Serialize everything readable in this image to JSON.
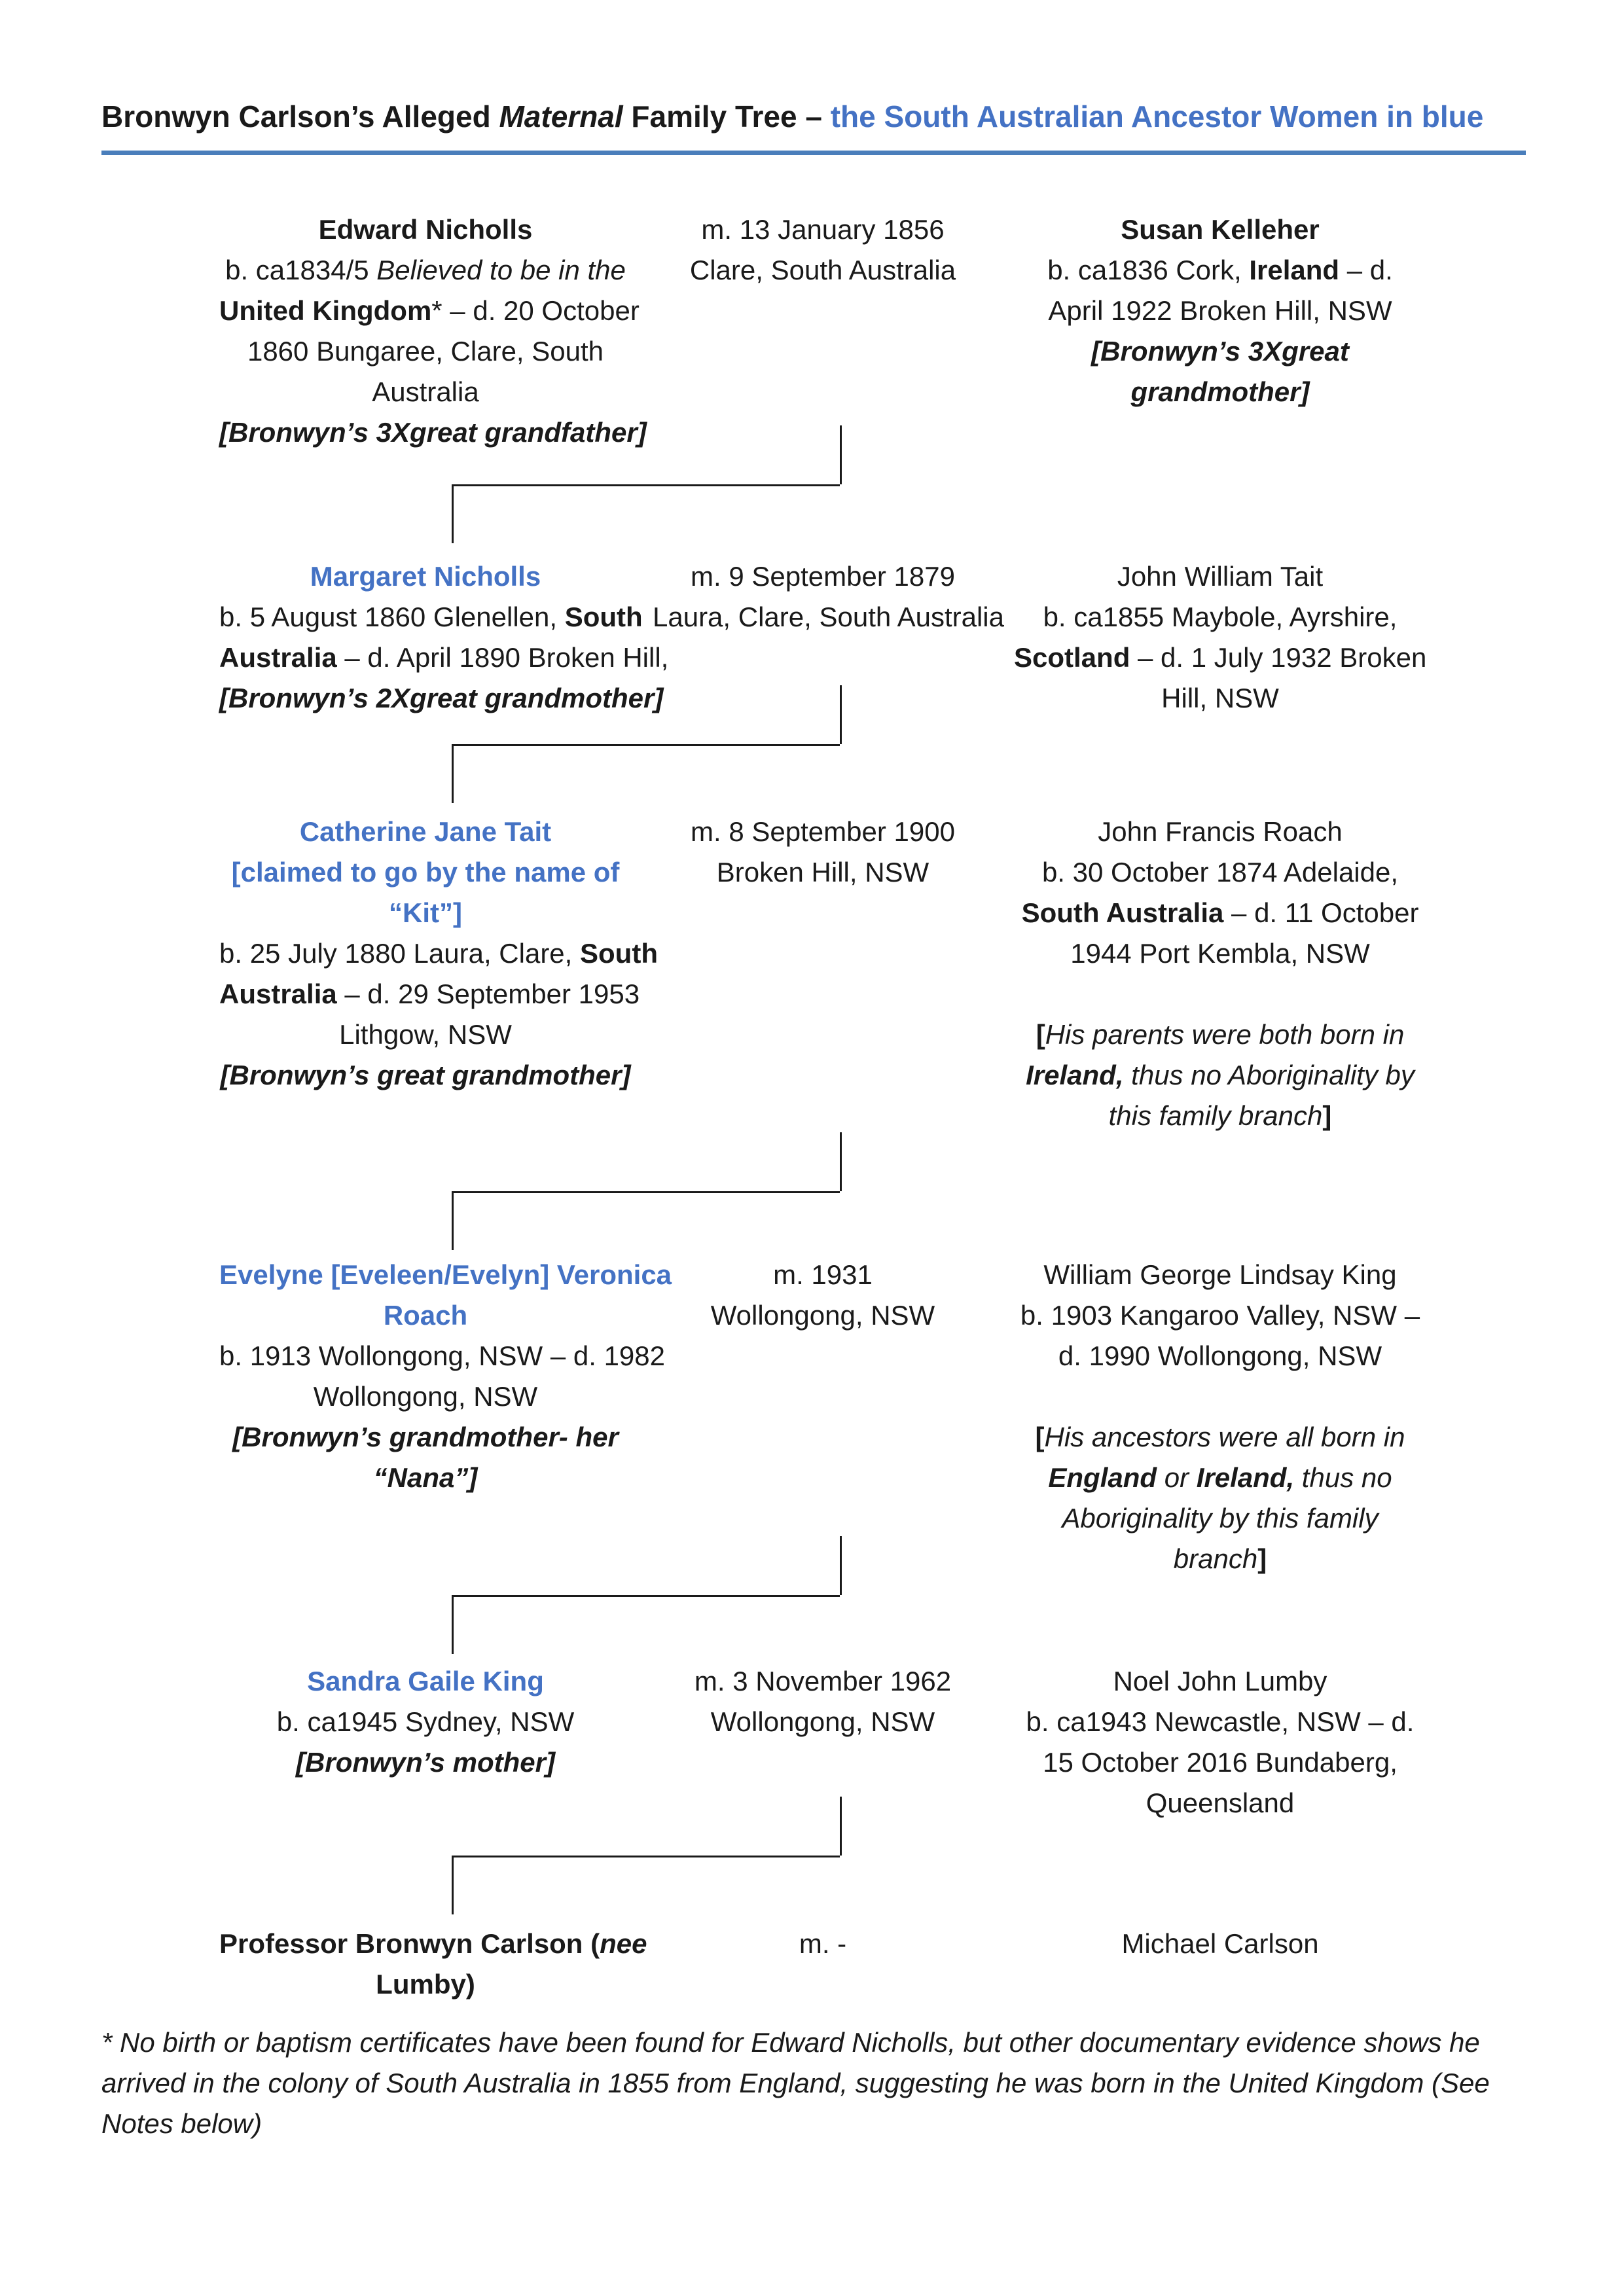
{
  "colors": {
    "accent_blue": "#4472C4",
    "rule_blue": "#4A7EBB",
    "connector_black": "#1a1a1a"
  },
  "title": {
    "runs": [
      {
        "t": "Bronwyn Carlson’s Alleged ",
        "b": 1
      },
      {
        "t": "Maternal",
        "b": 1,
        "i": 1
      },
      {
        "t": " Family Tree – ",
        "b": 1
      },
      {
        "t": "the South Australian Ancestor Women in blue",
        "b": 1,
        "c": 1
      }
    ]
  },
  "generations": [
    {
      "left": [
        [
          {
            "t": "Edward Nicholls",
            "b": 1
          }
        ],
        [
          {
            "t": "b. ca1834/5 "
          },
          {
            "t": "Believed to be in the",
            "i": 1
          }
        ],
        [
          {
            "t": "United Kingdom",
            "b": 1
          },
          {
            "t": "* – d. 20 October"
          }
        ],
        [
          {
            "t": "1860 Bungaree, Clare, South"
          }
        ],
        [
          {
            "t": "Australia"
          }
        ],
        [
          {
            "t": "[Bronwyn’s 3Xgreat grandfather]",
            "b": 1,
            "i": 1
          }
        ]
      ],
      "middle": [
        [
          {
            "t": "m. 13 January 1856"
          }
        ],
        [
          {
            "t": "Clare, South Australia"
          }
        ]
      ],
      "right": [
        [
          {
            "t": "Susan Kelleher",
            "b": 1
          }
        ],
        [
          {
            "t": "b. ca1836 Cork, "
          },
          {
            "t": "Ireland",
            "b": 1
          },
          {
            "t": " – d."
          }
        ],
        [
          {
            "t": "April 1922 Broken Hill, NSW"
          }
        ],
        [
          {
            "t": "[Bronwyn’s 3Xgreat",
            "b": 1,
            "i": 1
          }
        ],
        [
          {
            "t": "grandmother]",
            "b": 1,
            "i": 1
          }
        ]
      ]
    },
    {
      "left": [
        [
          {
            "t": "Margaret Nicholls",
            "b": 1,
            "c": 1
          }
        ],
        [
          {
            "t": "b. 5 August 1860 Glenellen, "
          },
          {
            "t": "South",
            "b": 1
          }
        ],
        [
          {
            "t": "Australia",
            "b": 1
          },
          {
            "t": " – d. April 1890 Broken Hill,"
          }
        ],
        [
          {
            "t": "[Bronwyn’s 2Xgreat grandmother]",
            "b": 1,
            "i": 1
          }
        ]
      ],
      "middle": [
        [
          {
            "t": "m. 9 September 1879"
          }
        ],
        [
          {
            "t": "Laura, Clare, South Australia"
          }
        ]
      ],
      "right": [
        [
          {
            "t": "John William Tait"
          }
        ],
        [
          {
            "t": "b. ca1855 Maybole, Ayrshire,"
          }
        ],
        [
          {
            "t": "Scotland",
            "b": 1
          },
          {
            "t": " – d. 1 July 1932 Broken"
          }
        ],
        [
          {
            "t": "Hill, NSW"
          }
        ]
      ]
    },
    {
      "left": [
        [
          {
            "t": "Catherine Jane Tait",
            "b": 1,
            "c": 1
          }
        ],
        [
          {
            "t": "[claimed to go by the name of",
            "b": 1,
            "c": 1
          }
        ],
        [
          {
            "t": "“Kit”]",
            "b": 1,
            "c": 1
          }
        ],
        [
          {
            "t": "b. 25 July 1880 Laura, Clare, "
          },
          {
            "t": "South",
            "b": 1
          }
        ],
        [
          {
            "t": "Australia",
            "b": 1
          },
          {
            "t": " – d. 29 September 1953"
          }
        ],
        [
          {
            "t": "Lithgow, NSW"
          }
        ],
        [
          {
            "t": "[Bronwyn’s great grandmother]",
            "b": 1,
            "i": 1
          }
        ]
      ],
      "middle": [
        [
          {
            "t": "m. 8 September 1900"
          }
        ],
        [
          {
            "t": "Broken Hill, NSW"
          }
        ]
      ],
      "right": [
        [
          {
            "t": "John Francis Roach"
          }
        ],
        [
          {
            "t": "b. 30 October 1874 Adelaide,"
          }
        ],
        [
          {
            "t": "South Australia",
            "b": 1
          },
          {
            "t": " – d. 11 October"
          }
        ],
        [
          {
            "t": "1944 Port Kembla, NSW"
          }
        ],
        [],
        [
          {
            "t": "[",
            "b": 1
          },
          {
            "t": "His parents were both born in",
            "i": 1
          }
        ],
        [
          {
            "t": "Ireland,",
            "b": 1,
            "i": 1
          },
          {
            "t": " thus no Aboriginality by",
            "i": 1
          }
        ],
        [
          {
            "t": "this family branch",
            "i": 1
          },
          {
            "t": "]",
            "b": 1
          }
        ]
      ]
    },
    {
      "left": [
        [
          {
            "t": "Evelyne [Eveleen/Evelyn] Veronica",
            "b": 1,
            "c": 1
          }
        ],
        [
          {
            "t": "Roach",
            "b": 1,
            "c": 1
          }
        ],
        [
          {
            "t": "b. 1913 Wollongong, NSW – d. 1982"
          }
        ],
        [
          {
            "t": "Wollongong, NSW"
          }
        ],
        [
          {
            "t": "[Bronwyn’s grandmother- her",
            "b": 1,
            "i": 1
          }
        ],
        [
          {
            "t": "“Nana”]",
            "b": 1,
            "i": 1
          }
        ]
      ],
      "middle": [
        [
          {
            "t": "m. 1931"
          }
        ],
        [
          {
            "t": "Wollongong, NSW"
          }
        ]
      ],
      "right": [
        [
          {
            "t": "William George Lindsay King"
          }
        ],
        [
          {
            "t": "b. 1903 Kangaroo Valley, NSW –"
          }
        ],
        [
          {
            "t": "d. 1990 Wollongong, NSW"
          }
        ],
        [],
        [
          {
            "t": "[",
            "b": 1
          },
          {
            "t": "His ancestors were all born in",
            "i": 1
          }
        ],
        [
          {
            "t": "England",
            "b": 1,
            "i": 1
          },
          {
            "t": " or ",
            "i": 1
          },
          {
            "t": "Ireland,",
            "b": 1,
            "i": 1
          },
          {
            "t": " thus no",
            "i": 1
          }
        ],
        [
          {
            "t": "Aboriginality by this family",
            "i": 1
          }
        ],
        [
          {
            "t": "branch",
            "i": 1
          },
          {
            "t": "]",
            "b": 1
          }
        ]
      ]
    },
    {
      "left": [
        [
          {
            "t": "Sandra Gaile King",
            "b": 1,
            "c": 1
          }
        ],
        [
          {
            "t": "b. ca1945 Sydney, NSW"
          }
        ],
        [
          {
            "t": "[Bronwyn’s mother]",
            "b": 1,
            "i": 1
          }
        ]
      ],
      "middle": [
        [
          {
            "t": "m. 3 November 1962"
          }
        ],
        [
          {
            "t": "Wollongong, NSW"
          }
        ]
      ],
      "right": [
        [
          {
            "t": "Noel John Lumby"
          }
        ],
        [
          {
            "t": "b. ca1943 Newcastle, NSW – d."
          }
        ],
        [
          {
            "t": "15 October 2016 Bundaberg,"
          }
        ],
        [
          {
            "t": "Queensland"
          }
        ]
      ]
    },
    {
      "left": [
        [
          {
            "t": "Professor Bronwyn Carlson (",
            "b": 1
          },
          {
            "t": "nee",
            "b": 1,
            "i": 1
          }
        ],
        [
          {
            "t": "Lumby)",
            "b": 1
          }
        ]
      ],
      "middle": [
        [
          {
            "t": "m. -"
          }
        ]
      ],
      "right": [
        [
          {
            "t": "Michael Carlson"
          }
        ]
      ]
    }
  ],
  "footnote": {
    "runs": [
      {
        "t": "* No birth or baptism certificates have been found for Edward Nicholls, but other documentary evidence shows he arrived in the colony of South Australia in 1855 from England, suggesting he was born in the United Kingdom (See Notes below)",
        "i": 1
      }
    ]
  }
}
